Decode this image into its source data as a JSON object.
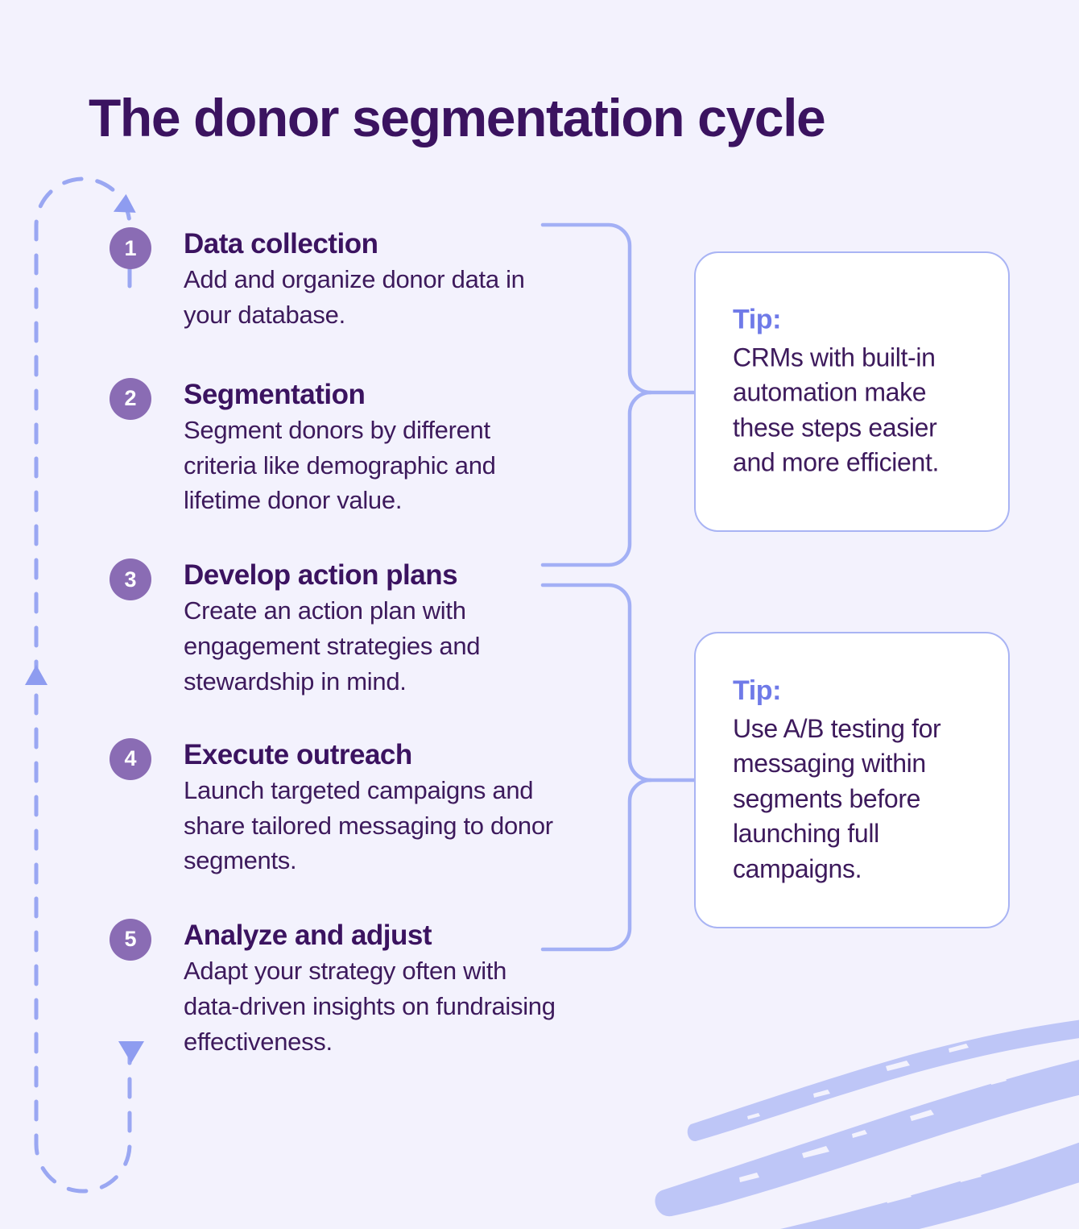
{
  "page": {
    "title": "The donor segmentation cycle",
    "background_color": "#f3f2fd",
    "heading_color": "#3b1360",
    "accent_purple": "#8a6cb4",
    "accent_periwinkle": "#a9b4f4",
    "tip_label_color": "#6f7ae8",
    "body_text_color": "#3d1a5c"
  },
  "steps": [
    {
      "number": "1",
      "title": "Data collection",
      "description": "Add and organize donor data in your database."
    },
    {
      "number": "2",
      "title": "Segmentation",
      "description": "Segment donors by different criteria like demographic and lifetime donor value."
    },
    {
      "number": "3",
      "title": "Develop action plans",
      "description": "Create an action plan with engagement strategies and stewardship in mind."
    },
    {
      "number": "4",
      "title": "Execute outreach",
      "description": "Launch targeted campaigns and share tailored messaging to donor segments."
    },
    {
      "number": "5",
      "title": "Analyze and adjust",
      "description": "Adapt your strategy often with data-driven insights on fundraising effectiveness."
    }
  ],
  "tips": [
    {
      "label": "Tip:",
      "text": "CRMs with built-in automation make these steps easier and more efficient.",
      "connects_to_steps": [
        "1",
        "2"
      ]
    },
    {
      "label": "Tip:",
      "text": "Use A/B testing for messaging within segments before launching full campaigns.",
      "connects_to_steps": [
        "3",
        "4"
      ]
    }
  ],
  "decorations": {
    "cycle_arrow_icon": "dashed-cycle-loop-arrow",
    "up_arrow_icon": "arrow-up-triangle",
    "down_arrow_icon": "arrow-down-triangle",
    "left_arrow_icon": "arrow-left-triangle",
    "brush_strokes_icon": "diagonal-brush-strokes",
    "brush_color": "#bec6f7"
  }
}
